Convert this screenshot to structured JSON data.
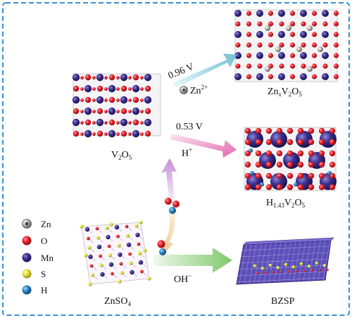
{
  "colors": {
    "frame": "#3a8fd0",
    "o_atom": "#e8202a",
    "mn_atom": "#3b2f8e",
    "zn_atom": "#8c8a84",
    "s_atom": "#e3e03a",
    "h_atom": "#2b86c6",
    "arrow_zn": "#7fc8d6",
    "arrow_h": "#ec7cb8",
    "arrow_oh": "#8fd07f",
    "arrow_up": "#d6b0e0",
    "arrow_beige": "#f1d4a6"
  },
  "labels": {
    "v2o5": {
      "base": "V",
      "s1": "2",
      "mid": "O",
      "s2": "5"
    },
    "zn_v2o5": {
      "base": "Zn",
      "x": "x",
      "mid": "V",
      "s1": "2",
      "o": "O",
      "s2": "5"
    },
    "h_v2o5": {
      "base": "H",
      "s1": "1.43",
      "mid": "V",
      "s2": "2",
      "o": "O",
      "s3": "5"
    },
    "znso4": {
      "base": "ZnSO",
      "s1": "4"
    },
    "bzsp": "BZSP",
    "volt_zn": "0.96 V",
    "volt_h": "0.53 V",
    "zn_ion": {
      "base": "Zn",
      "sup": "2+"
    },
    "h_ion": {
      "base": "H",
      "sup": "+"
    },
    "oh_ion": {
      "base": "OH",
      "sup": "−"
    }
  },
  "legend": [
    {
      "label": "Zn",
      "icon": "zn-atom-icon",
      "color": "#8c8a84"
    },
    {
      "label": "O",
      "icon": "o-atom-icon",
      "color": "#e8202a"
    },
    {
      "label": "Mn",
      "icon": "mn-atom-icon",
      "color": "#3b2f8e"
    },
    {
      "label": "S",
      "icon": "s-atom-icon",
      "color": "#e3e03a"
    },
    {
      "label": "H",
      "icon": "h-atom-icon",
      "color": "#2b86c6"
    }
  ]
}
